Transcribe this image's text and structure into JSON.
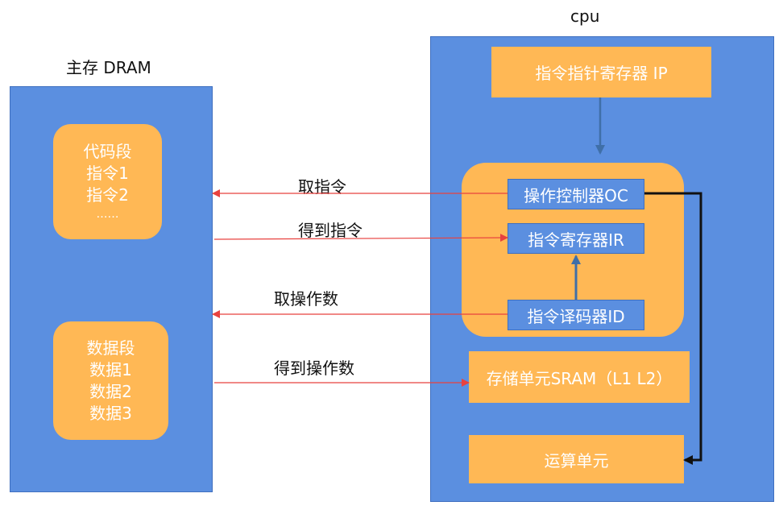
{
  "memory": {
    "title": "主存 DRAM",
    "code_segment": {
      "lines": [
        "代码段",
        "指令1",
        "指令2",
        "……"
      ]
    },
    "data_segment": {
      "lines": [
        "数据段",
        "数据1",
        "数据2",
        "数据3"
      ]
    }
  },
  "cpu": {
    "title": "cpu",
    "ip": "指令指针寄存器 IP",
    "oc": "操作控制器OC",
    "ir": "指令寄存器IR",
    "id": "指令译码器ID",
    "sram": "存储单元SRAM（L1 L2）",
    "alu": "运算单元"
  },
  "arrows": {
    "fetch_instruction": "取指令",
    "get_instruction": "得到指令",
    "fetch_operand": "取操作数",
    "get_operand": "得到操作数"
  },
  "colors": {
    "panel_blue": "#5b8fe0",
    "box_orange": "#ffb855",
    "red_line": "#e8423f",
    "dark_arrow": "#111111",
    "steel_arrow": "#3f6fa8"
  }
}
